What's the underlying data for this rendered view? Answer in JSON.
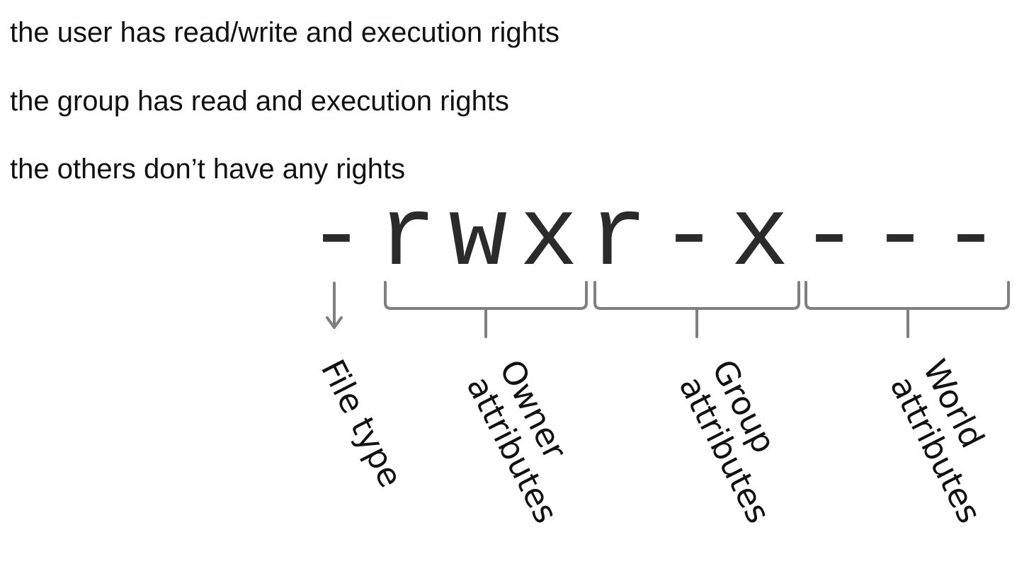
{
  "lines": [
    "the user has read/write and execution rights",
    "the group has read and execution rights",
    "the others don’t have any rights"
  ],
  "permission_string": [
    "-",
    "r",
    "w",
    "x",
    "r",
    "-",
    "x",
    "-",
    "-",
    "-"
  ],
  "labels": {
    "file_type": "File type",
    "owner": [
      "Owner",
      "attributes"
    ],
    "group": [
      "Group",
      "attributes"
    ],
    "world": [
      "World",
      "attributes"
    ]
  },
  "colors": {
    "text": "#111111",
    "bracket": "#7f7f7f",
    "perm_text": "#2b2b2b"
  }
}
